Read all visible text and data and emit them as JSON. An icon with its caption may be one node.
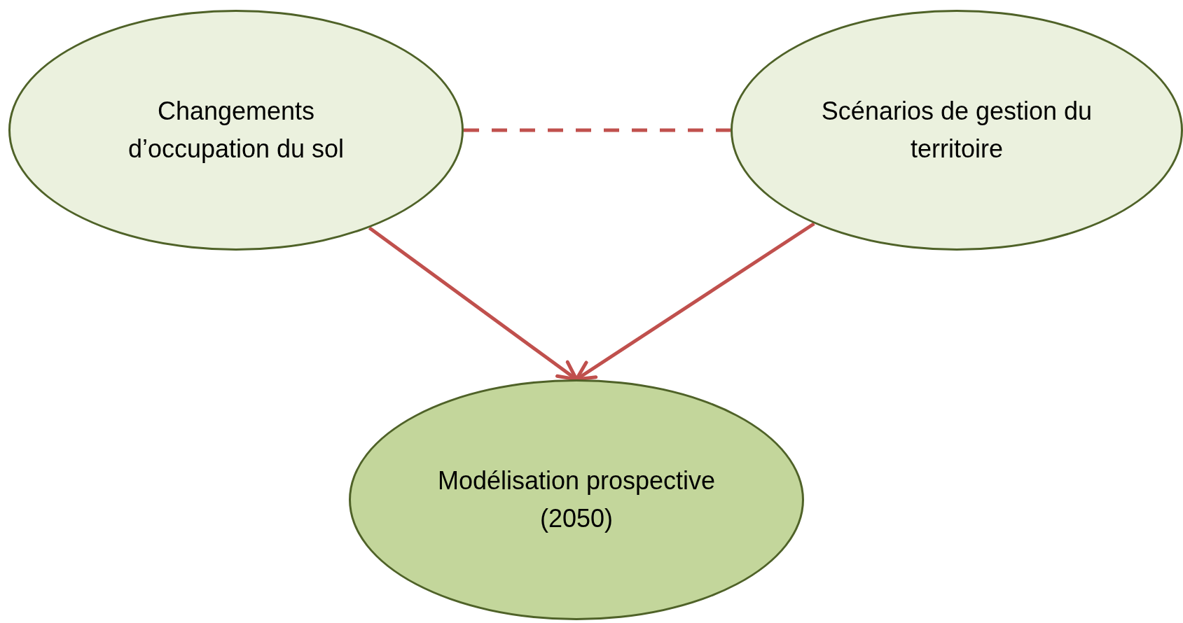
{
  "diagram": {
    "nodes": [
      {
        "text": [
          "Changements d’occupation du sol"
        ]
      },
      {
        "text": [
          "Scénarios de gestion du territoire"
        ]
      },
      {
        "text": [
          "Modélisation prospective (2050)"
        ]
      }
    ],
    "edges": [
      {
        "from": 0,
        "to": 1,
        "arrow": "none",
        "style": "dashed"
      },
      {
        "from": 0,
        "to": 2,
        "arrow": "to"
      },
      {
        "from": 1,
        "to": 2,
        "arrow": "to"
      }
    ]
  }
}
